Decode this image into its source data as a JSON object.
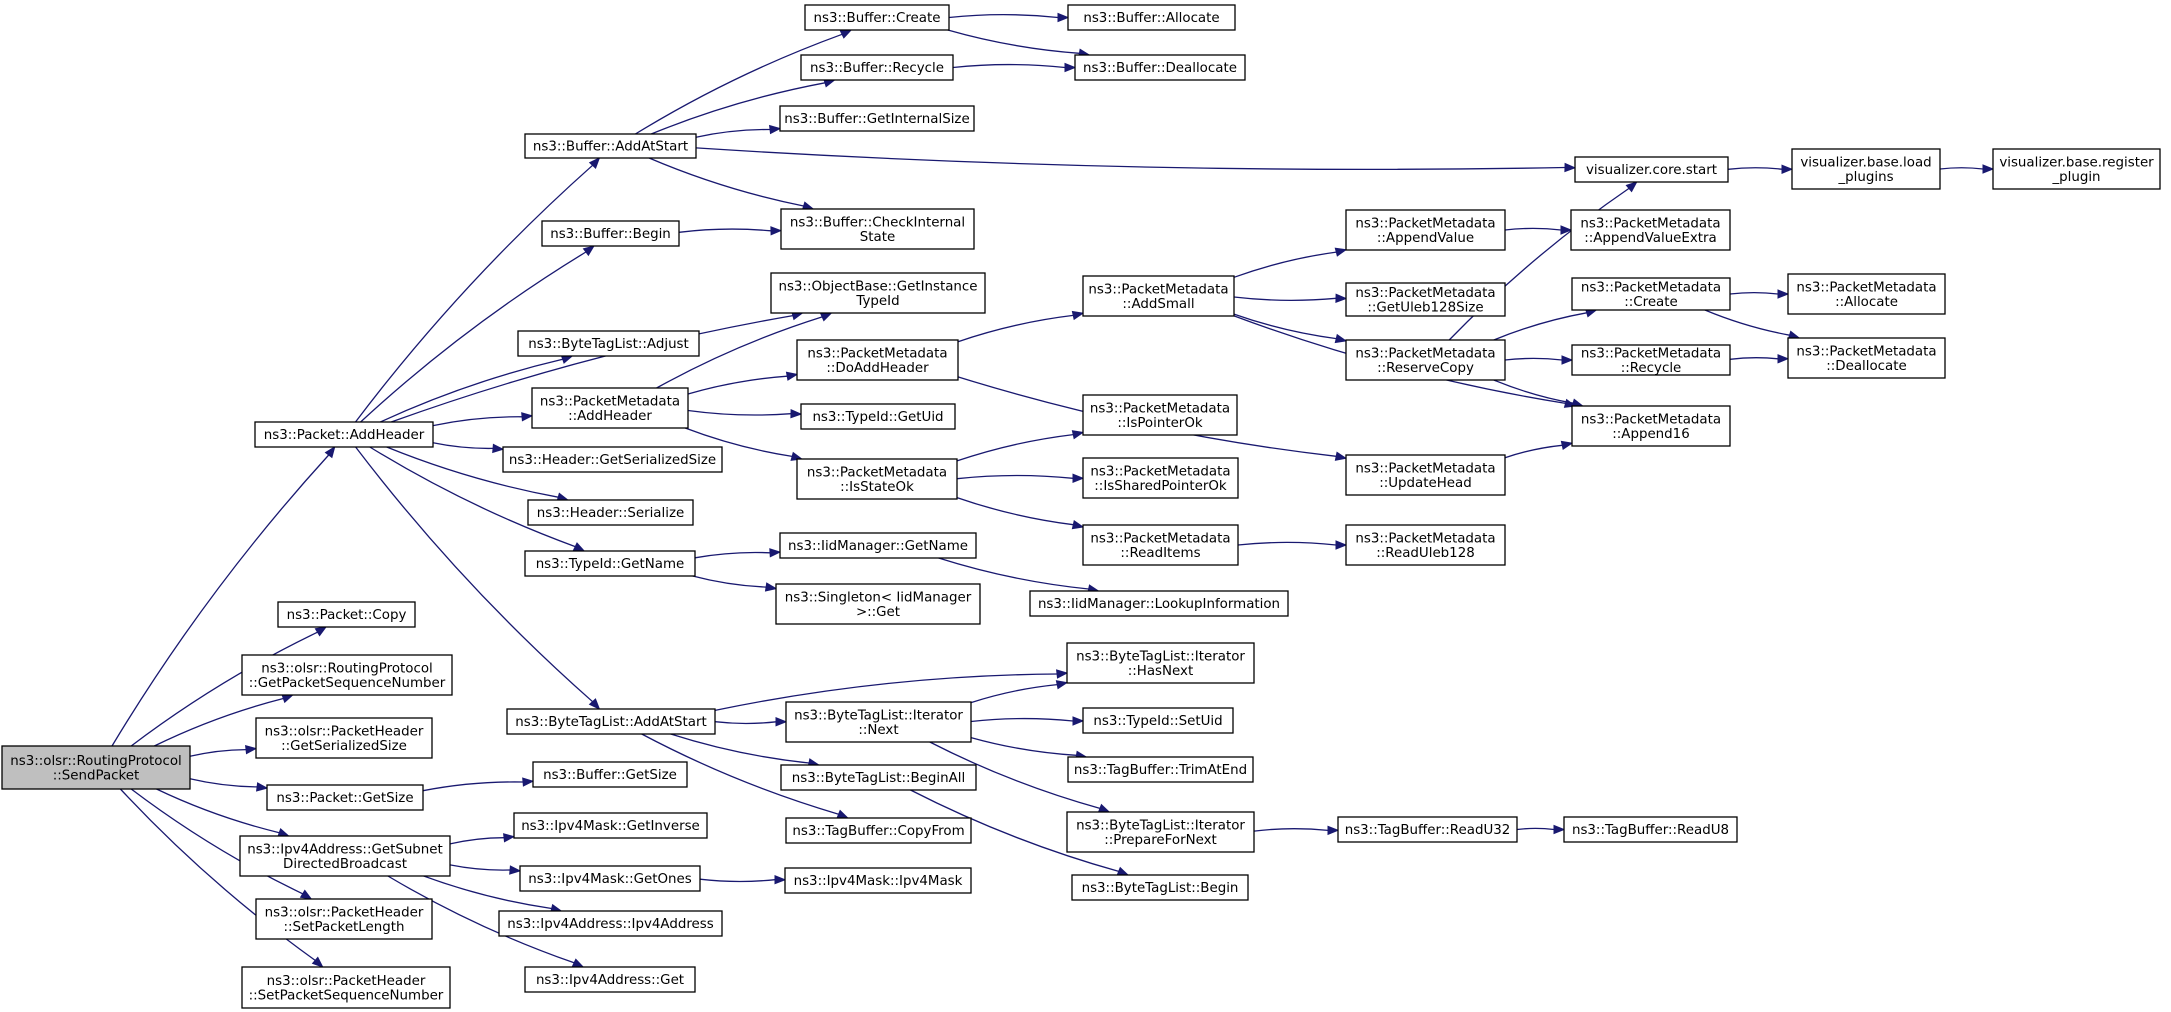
{
  "graph": {
    "colors": {
      "edge": "#191970",
      "root_fill": "#bfbfbf",
      "node_fill": "#ffffff",
      "border": "#000000"
    },
    "nodes": [
      {
        "id": "root",
        "lines": [
          "ns3::olsr::RoutingProtocol",
          "::SendPacket"
        ],
        "root": true
      },
      {
        "id": "addHeader",
        "lines": [
          "ns3::Packet::AddHeader"
        ]
      },
      {
        "id": "copy",
        "lines": [
          "ns3::Packet::Copy"
        ]
      },
      {
        "id": "getPktSeq",
        "lines": [
          "ns3::olsr::RoutingProtocol",
          "::GetPacketSequenceNumber"
        ]
      },
      {
        "id": "phGetSerSize",
        "lines": [
          "ns3::olsr::PacketHeader",
          "::GetSerializedSize"
        ]
      },
      {
        "id": "pktGetSize",
        "lines": [
          "ns3::Packet::GetSize"
        ]
      },
      {
        "id": "getSubnetDB",
        "lines": [
          "ns3::Ipv4Address::GetSubnet",
          "DirectedBroadcast"
        ]
      },
      {
        "id": "setPktLen",
        "lines": [
          "ns3::olsr::PacketHeader",
          "::SetPacketLength"
        ]
      },
      {
        "id": "setPktSeq",
        "lines": [
          "ns3::olsr::PacketHeader",
          "::SetPacketSequenceNumber"
        ]
      },
      {
        "id": "bufAddAtStart",
        "lines": [
          "ns3::Buffer::AddAtStart"
        ]
      },
      {
        "id": "bufBegin",
        "lines": [
          "ns3::Buffer::Begin"
        ]
      },
      {
        "id": "btlAdjust",
        "lines": [
          "ns3::ByteTagList::Adjust"
        ]
      },
      {
        "id": "pmAddHeader",
        "lines": [
          "ns3::PacketMetadata",
          "::AddHeader"
        ]
      },
      {
        "id": "hdrGetSerSize",
        "lines": [
          "ns3::Header::GetSerializedSize"
        ]
      },
      {
        "id": "hdrSerialize",
        "lines": [
          "ns3::Header::Serialize"
        ]
      },
      {
        "id": "tidGetName",
        "lines": [
          "ns3::TypeId::GetName"
        ]
      },
      {
        "id": "btlAddAtStart",
        "lines": [
          "ns3::ByteTagList::AddAtStart"
        ]
      },
      {
        "id": "bufGetSize",
        "lines": [
          "ns3::Buffer::GetSize"
        ]
      },
      {
        "id": "maskGetInverse",
        "lines": [
          "ns3::Ipv4Mask::GetInverse"
        ]
      },
      {
        "id": "maskGetOnes",
        "lines": [
          "ns3::Ipv4Mask::GetOnes"
        ]
      },
      {
        "id": "addrCtor",
        "lines": [
          "ns3::Ipv4Address::Ipv4Address"
        ]
      },
      {
        "id": "addrGet",
        "lines": [
          "ns3::Ipv4Address::Get"
        ]
      },
      {
        "id": "bufCreate",
        "lines": [
          "ns3::Buffer::Create"
        ]
      },
      {
        "id": "bufRecycle",
        "lines": [
          "ns3::Buffer::Recycle"
        ]
      },
      {
        "id": "bufGetInternalSize",
        "lines": [
          "ns3::Buffer::GetInternalSize"
        ]
      },
      {
        "id": "bufCheckInternal",
        "lines": [
          "ns3::Buffer::CheckInternal",
          "State"
        ]
      },
      {
        "id": "objGetInstance",
        "lines": [
          "ns3::ObjectBase::GetInstance",
          "TypeId"
        ]
      },
      {
        "id": "pmDoAddHeader",
        "lines": [
          "ns3::PacketMetadata",
          "::DoAddHeader"
        ]
      },
      {
        "id": "tidGetUid",
        "lines": [
          "ns3::TypeId::GetUid"
        ]
      },
      {
        "id": "pmIsStateOk",
        "lines": [
          "ns3::PacketMetadata",
          "::IsStateOk"
        ]
      },
      {
        "id": "iidGetName",
        "lines": [
          "ns3::IidManager::GetName"
        ]
      },
      {
        "id": "singletonGet",
        "lines": [
          "ns3::Singleton< IidManager",
          ">::Get"
        ]
      },
      {
        "id": "btlItNext",
        "lines": [
          "ns3::ByteTagList::Iterator",
          "::Next"
        ]
      },
      {
        "id": "btlBeginAll",
        "lines": [
          "ns3::ByteTagList::BeginAll"
        ]
      },
      {
        "id": "tbCopyFrom",
        "lines": [
          "ns3::TagBuffer::CopyFrom"
        ]
      },
      {
        "id": "maskCtor",
        "lines": [
          "ns3::Ipv4Mask::Ipv4Mask"
        ]
      },
      {
        "id": "bufAllocate",
        "lines": [
          "ns3::Buffer::Allocate"
        ]
      },
      {
        "id": "bufDeallocate",
        "lines": [
          "ns3::Buffer::Deallocate"
        ]
      },
      {
        "id": "pmAddSmall",
        "lines": [
          "ns3::PacketMetadata",
          "::AddSmall"
        ]
      },
      {
        "id": "pmIsPointerOk",
        "lines": [
          "ns3::PacketMetadata",
          "::IsPointerOk"
        ]
      },
      {
        "id": "pmIsSharedPointerOk",
        "lines": [
          "ns3::PacketMetadata",
          "::IsSharedPointerOk"
        ]
      },
      {
        "id": "pmReadItems",
        "lines": [
          "ns3::PacketMetadata",
          "::ReadItems"
        ]
      },
      {
        "id": "iidLookup",
        "lines": [
          "ns3::IidManager::LookupInformation"
        ]
      },
      {
        "id": "btlItHasNext",
        "lines": [
          "ns3::ByteTagList::Iterator",
          "::HasNext"
        ]
      },
      {
        "id": "tidSetUid",
        "lines": [
          "ns3::TypeId::SetUid"
        ]
      },
      {
        "id": "tbTrimAtEnd",
        "lines": [
          "ns3::TagBuffer::TrimAtEnd"
        ]
      },
      {
        "id": "btlItPrepare",
        "lines": [
          "ns3::ByteTagList::Iterator",
          "::PrepareForNext"
        ]
      },
      {
        "id": "btlBegin",
        "lines": [
          "ns3::ByteTagList::Begin"
        ]
      },
      {
        "id": "vizStart",
        "lines": [
          "visualizer.core.start"
        ]
      },
      {
        "id": "pmAppendValue",
        "lines": [
          "ns3::PacketMetadata",
          "::AppendValue"
        ]
      },
      {
        "id": "pmGetUleb",
        "lines": [
          "ns3::PacketMetadata",
          "::GetUleb128Size"
        ]
      },
      {
        "id": "pmReserveCopy",
        "lines": [
          "ns3::PacketMetadata",
          "::ReserveCopy"
        ]
      },
      {
        "id": "pmUpdateHead",
        "lines": [
          "ns3::PacketMetadata",
          "::UpdateHead"
        ]
      },
      {
        "id": "pmReadUleb",
        "lines": [
          "ns3::PacketMetadata",
          "::ReadUleb128"
        ]
      },
      {
        "id": "tbReadU32",
        "lines": [
          "ns3::TagBuffer::ReadU32"
        ]
      },
      {
        "id": "vizLoadPlugins",
        "lines": [
          "visualizer.base.load",
          "_plugins"
        ]
      },
      {
        "id": "pmAppendValueExtra",
        "lines": [
          "ns3::PacketMetadata",
          "::AppendValueExtra"
        ]
      },
      {
        "id": "pmCreate",
        "lines": [
          "ns3::PacketMetadata",
          "::Create"
        ]
      },
      {
        "id": "pmRecycle",
        "lines": [
          "ns3::PacketMetadata",
          "::Recycle"
        ]
      },
      {
        "id": "pmAppend16",
        "lines": [
          "ns3::PacketMetadata",
          "::Append16"
        ]
      },
      {
        "id": "tbReadU8",
        "lines": [
          "ns3::TagBuffer::ReadU8"
        ]
      },
      {
        "id": "vizRegisterPlugin",
        "lines": [
          "visualizer.base.register",
          "_plugin"
        ]
      },
      {
        "id": "pmAllocate",
        "lines": [
          "ns3::PacketMetadata",
          "::Allocate"
        ]
      },
      {
        "id": "pmDeallocate",
        "lines": [
          "ns3::PacketMetadata",
          "::Deallocate"
        ]
      }
    ],
    "edges": [
      [
        "root",
        "addHeader"
      ],
      [
        "root",
        "copy"
      ],
      [
        "root",
        "getPktSeq"
      ],
      [
        "root",
        "phGetSerSize"
      ],
      [
        "root",
        "pktGetSize"
      ],
      [
        "root",
        "getSubnetDB"
      ],
      [
        "root",
        "setPktLen"
      ],
      [
        "root",
        "setPktSeq"
      ],
      [
        "addHeader",
        "bufAddAtStart"
      ],
      [
        "addHeader",
        "bufBegin"
      ],
      [
        "addHeader",
        "objGetInstance"
      ],
      [
        "addHeader",
        "btlAdjust"
      ],
      [
        "addHeader",
        "pmAddHeader"
      ],
      [
        "addHeader",
        "hdrGetSerSize"
      ],
      [
        "addHeader",
        "hdrSerialize"
      ],
      [
        "addHeader",
        "tidGetName"
      ],
      [
        "addHeader",
        "btlAddAtStart"
      ],
      [
        "pktGetSize",
        "bufGetSize"
      ],
      [
        "getSubnetDB",
        "maskGetInverse"
      ],
      [
        "getSubnetDB",
        "maskGetOnes"
      ],
      [
        "getSubnetDB",
        "addrCtor"
      ],
      [
        "getSubnetDB",
        "addrGet"
      ],
      [
        "bufAddAtStart",
        "bufCreate"
      ],
      [
        "bufAddAtStart",
        "bufRecycle"
      ],
      [
        "bufAddAtStart",
        "bufGetInternalSize"
      ],
      [
        "bufAddAtStart",
        "bufCheckInternal"
      ],
      [
        "bufAddAtStart",
        "vizStart"
      ],
      [
        "bufBegin",
        "bufCheckInternal"
      ],
      [
        "pmAddHeader",
        "objGetInstance"
      ],
      [
        "pmAddHeader",
        "pmDoAddHeader"
      ],
      [
        "pmAddHeader",
        "tidGetUid"
      ],
      [
        "pmAddHeader",
        "pmIsStateOk"
      ],
      [
        "tidGetName",
        "iidGetName"
      ],
      [
        "tidGetName",
        "singletonGet"
      ],
      [
        "btlAddAtStart",
        "btlItHasNext"
      ],
      [
        "btlAddAtStart",
        "btlItNext"
      ],
      [
        "btlAddAtStart",
        "btlBeginAll"
      ],
      [
        "btlAddAtStart",
        "tbCopyFrom"
      ],
      [
        "maskGetOnes",
        "maskCtor"
      ],
      [
        "bufCreate",
        "bufAllocate"
      ],
      [
        "bufCreate",
        "bufDeallocate"
      ],
      [
        "bufRecycle",
        "bufDeallocate"
      ],
      [
        "pmDoAddHeader",
        "pmAddSmall"
      ],
      [
        "pmDoAddHeader",
        "pmUpdateHead"
      ],
      [
        "pmIsStateOk",
        "pmIsPointerOk"
      ],
      [
        "pmIsStateOk",
        "pmIsSharedPointerOk"
      ],
      [
        "pmIsStateOk",
        "pmReadItems"
      ],
      [
        "iidGetName",
        "iidLookup"
      ],
      [
        "btlItNext",
        "btlItHasNext"
      ],
      [
        "btlItNext",
        "tidSetUid"
      ],
      [
        "btlItNext",
        "tbTrimAtEnd"
      ],
      [
        "btlItNext",
        "btlItPrepare"
      ],
      [
        "btlBeginAll",
        "btlBegin"
      ],
      [
        "pmAddSmall",
        "pmAppendValue"
      ],
      [
        "pmAddSmall",
        "pmGetUleb"
      ],
      [
        "pmAddSmall",
        "pmReserveCopy"
      ],
      [
        "pmAddSmall",
        "pmAppend16"
      ],
      [
        "pmReadItems",
        "pmReadUleb"
      ],
      [
        "btlItPrepare",
        "tbReadU32"
      ],
      [
        "vizStart",
        "vizLoadPlugins"
      ],
      [
        "pmAppendValue",
        "pmAppendValueExtra"
      ],
      [
        "pmReserveCopy",
        "vizStart"
      ],
      [
        "pmReserveCopy",
        "pmCreate"
      ],
      [
        "pmReserveCopy",
        "pmRecycle"
      ],
      [
        "pmReserveCopy",
        "pmAppend16"
      ],
      [
        "pmUpdateHead",
        "pmAppend16"
      ],
      [
        "tbReadU32",
        "tbReadU8"
      ],
      [
        "vizLoadPlugins",
        "vizRegisterPlugin"
      ],
      [
        "pmCreate",
        "pmAllocate"
      ],
      [
        "pmCreate",
        "pmDeallocate"
      ],
      [
        "pmRecycle",
        "pmDeallocate"
      ]
    ]
  }
}
